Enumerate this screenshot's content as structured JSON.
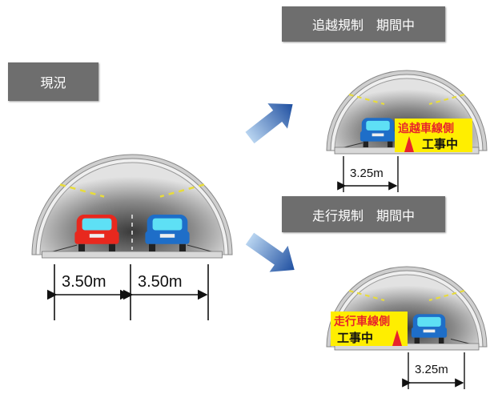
{
  "labels": {
    "current": "現況",
    "passing_restriction": "追越規制　期間中",
    "driving_restriction": "走行規制　期間中"
  },
  "current": {
    "lane_widths": [
      "3.50m",
      "3.50m"
    ]
  },
  "passing": {
    "lane_width": "3.25m",
    "sign_line1": "追越車線側",
    "sign_line2": "工事中"
  },
  "driving": {
    "lane_width": "3.25m",
    "sign_line1": "走行車線側",
    "sign_line2": "工事中"
  },
  "colors": {
    "label_bg": "#6e6e6e",
    "arrow": "#1f5fae",
    "sign_bg": "#ffee00",
    "sign_text": "#e8242a",
    "red_car": "#e8281e",
    "blue_car": "#1e6ec8"
  }
}
